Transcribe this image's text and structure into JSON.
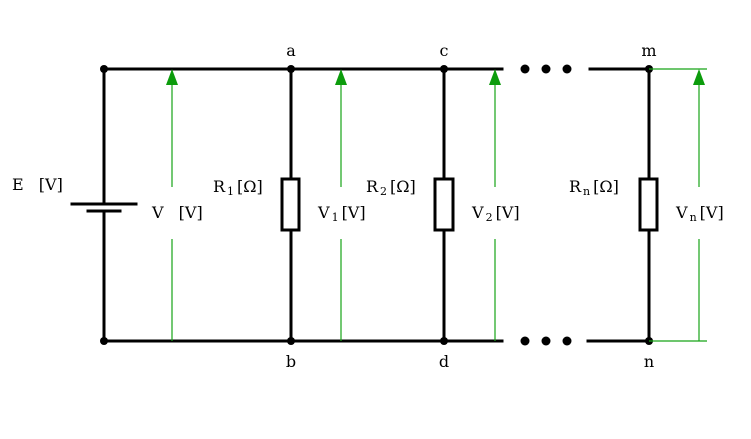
{
  "source": {
    "name": "E",
    "unit": "[V]"
  },
  "total_voltage": {
    "name": "V",
    "unit": "[V]"
  },
  "branches": [
    {
      "top_node": "a",
      "bottom_node": "b",
      "resistor": {
        "name": "R",
        "index": "1",
        "unit": "[Ω]"
      },
      "voltage": {
        "name": "V",
        "index": "1",
        "unit": "[V]"
      }
    },
    {
      "top_node": "c",
      "bottom_node": "d",
      "resistor": {
        "name": "R",
        "index": "2",
        "unit": "[Ω]"
      },
      "voltage": {
        "name": "V",
        "index": "2",
        "unit": "[V]"
      }
    },
    {
      "top_node": "m",
      "bottom_node": "n",
      "resistor": {
        "name": "R",
        "index": "n",
        "unit": "[Ω]"
      },
      "voltage": {
        "name": "V",
        "index": "n",
        "unit": "[V]"
      }
    }
  ],
  "colors": {
    "wire": "#000000",
    "measure": "#16a316",
    "arrow": "#0c9c0c"
  }
}
